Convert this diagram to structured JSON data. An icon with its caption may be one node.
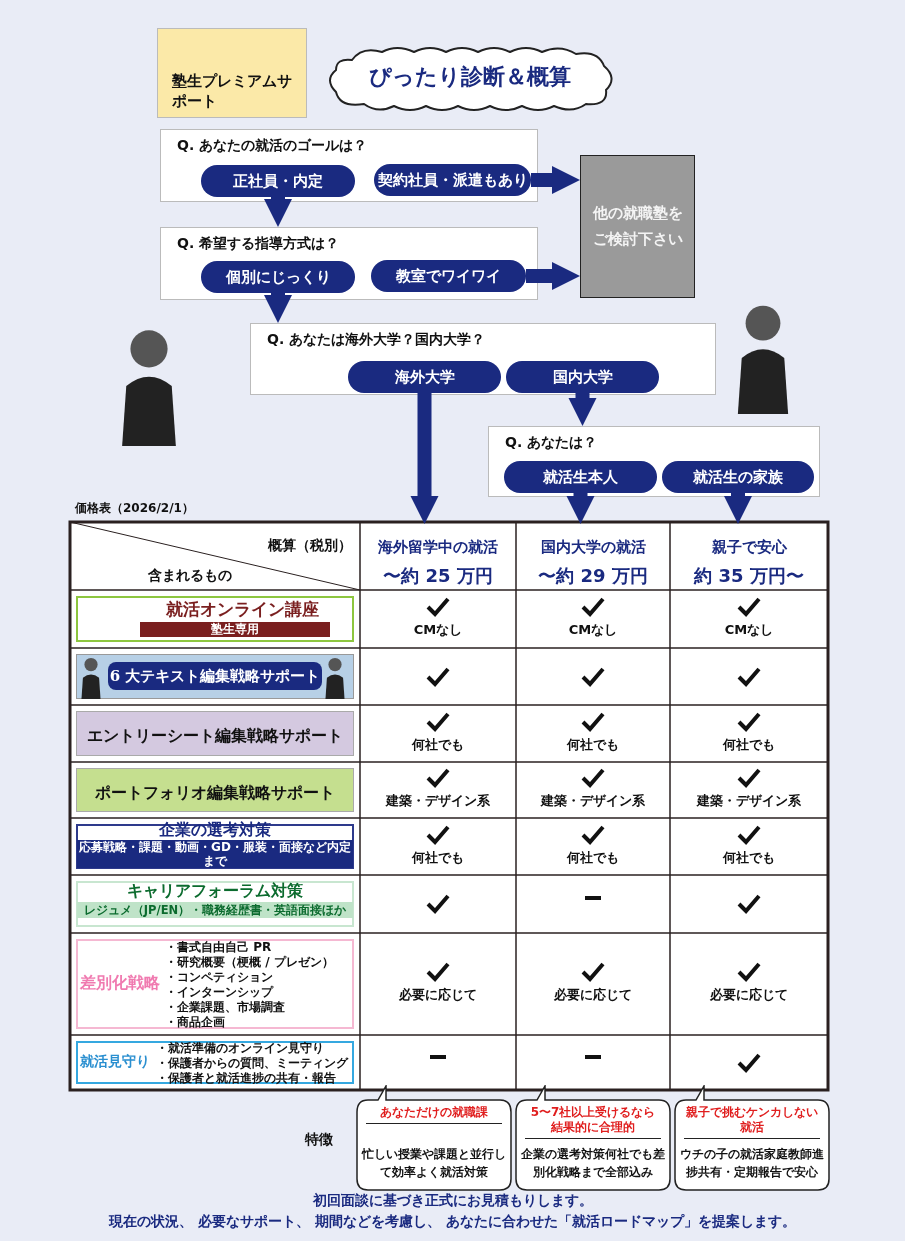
{
  "diagram": {
    "nodes": [
      {
        "text": [
          "塾生プレミアムサポート"
        ]
      },
      {
        "text": [
          "ぴったり診断＆概算"
        ]
      },
      {
        "text": [
          "Q.  あなたの就活のゴールは？"
        ]
      },
      {
        "text": [
          "正社員・内定"
        ],
        "in": 2
      },
      {
        "text": [
          "契約社員・派遣もあり"
        ],
        "in": 2
      },
      {
        "text": [
          "他の就職塾をご検討下さい"
        ]
      },
      {
        "text": [
          "Q.  希望する指導方式は？"
        ]
      },
      {
        "text": [
          "個別にじっくり"
        ],
        "in": 6
      },
      {
        "text": [
          "教室でワイワイ"
        ],
        "in": 6
      },
      {
        "text": [
          "Q. あなたは海外大学？国内大学？"
        ]
      },
      {
        "text": [
          "海外大学"
        ],
        "in": 9
      },
      {
        "text": [
          "国内大学"
        ],
        "in": 9
      },
      {
        "text": [
          "Q.  あなたは？"
        ]
      },
      {
        "text": [
          "就活生本人"
        ],
        "in": 12
      },
      {
        "text": [
          "就活生の家族"
        ],
        "in": 12
      },
      {
        "text": [
          "海外留学中の就活",
          "〜約 25 万円"
        ]
      },
      {
        "text": [
          "国内大学の就活",
          "〜約 29 万円"
        ]
      },
      {
        "text": [
          "親子で安心",
          "約 35 万円〜"
        ]
      },
      {
        "text": [
          "あなただけの就職課",
          "忙しい授業や課題と並行して効率よく就活対策"
        ]
      },
      {
        "text": [
          "5〜7社以上受けるなら結果的に合理的",
          "企業の選考対策何社でも差別化戦略まで全部込み"
        ]
      },
      {
        "text": [
          "親子で挑むケンカしない就活",
          "ウチの子の就活家庭教師進捗共有・定期報告で安心"
        ]
      }
    ],
    "edges": [
      {
        "from": 3,
        "to": 6,
        "arrow": "to"
      },
      {
        "from": 4,
        "to": 5,
        "arrow": "to"
      },
      {
        "from": 7,
        "to": 9,
        "arrow": "to"
      },
      {
        "from": 8,
        "to": 5,
        "arrow": "to"
      },
      {
        "from": 10,
        "to": 15,
        "arrow": "to"
      },
      {
        "from": 11,
        "to": 12,
        "arrow": "to"
      },
      {
        "from": 13,
        "to": 16,
        "arrow": "to"
      },
      {
        "from": 14,
        "to": 17,
        "arrow": "to"
      }
    ],
    "labels": [
      "価格表（2026/2/1）",
      "概算（税別）",
      "含まれるもの",
      "就活オンライン講座",
      "塾生専用",
      "CMなし",
      "CMなし",
      "CMなし",
      "6 大テキスト編集戦略サポート",
      "エントリーシート編集戦略サポート",
      "何社でも",
      "何社でも",
      "何社でも",
      "ポートフォリオ編集戦略サポート",
      "建築・デザイン系",
      "建築・デザイン系",
      "建築・デザイン系",
      "企業の選考対策",
      "応募戦略・課題・動画・GD・服装・面接など内定まで",
      "何社でも",
      "何社でも",
      "何社でも",
      "キャリアフォーラム対策",
      "レジュメ（JP/EN）・職務経歴書・英語面接ほか",
      "差別化戦略",
      "・書式自由自己 PR",
      "・研究概要（梗概 / プレゼン）",
      "・コンペティション",
      "・インターンシップ",
      "・企業課題、市場調査",
      "・商品企画",
      "必要に応じて",
      "必要に応じて",
      "必要に応じて",
      "就活見守り",
      "・就活準備のオンライン見守り",
      "・保護者からの質問、ミーティング",
      "・保護者と就活進捗の共有・報告",
      "特徴",
      "初回面談に基づき正式にお見積もりします。",
      "現在の状況、 必要なサポート、 期間などを考慮し、 あなたに合わせた「就活ロードマップ」を提案します。"
    ]
  }
}
